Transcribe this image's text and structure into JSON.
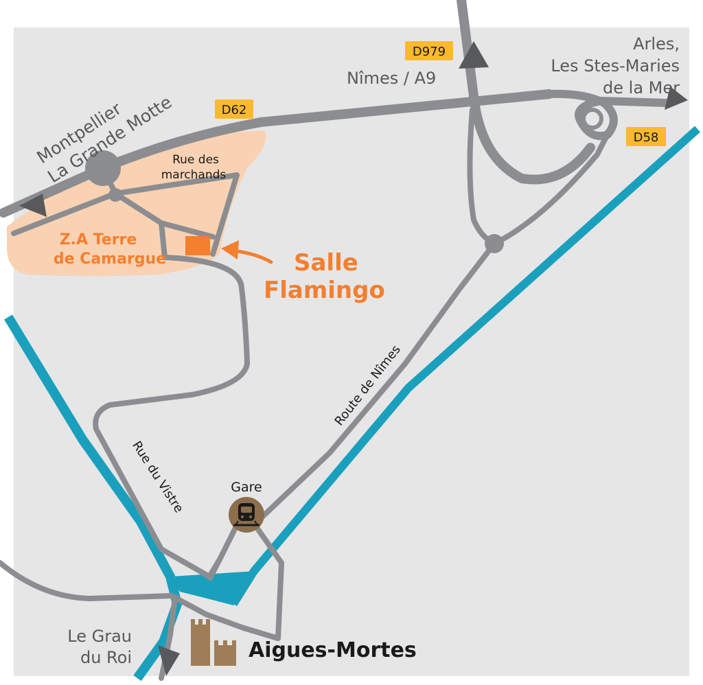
{
  "roads": {
    "d62": "D62",
    "d979": "D979",
    "d58": "D58"
  },
  "directions": {
    "montpellier_line1": "Montpellier",
    "montpellier_line2": "La Grande Motte",
    "nimes_a9": "Nîmes / A9",
    "arles_line1": "Arles,",
    "arles_line2": "Les Stes-Maries",
    "arles_line3": "de la Mer",
    "grau_line1": "Le Grau",
    "grau_line2": "du Roi"
  },
  "streets": {
    "rue_marchands_line1": "Rue des",
    "rue_marchands_line2": "marchands",
    "rue_vistre": "Rue du Vistre",
    "route_nimes": "Route de Nîmes"
  },
  "places": {
    "za_line1": "Z.A Terre",
    "za_line2": "de Camargue",
    "salle_line1": "Salle",
    "salle_line2": "Flamingo",
    "gare": "Gare",
    "town": "Aigues-Mortes"
  },
  "icons": {
    "station": "train-icon",
    "town": "castle-towers-icon",
    "venue": "venue-marker-icon"
  },
  "colors": {
    "background": "#e6e6e7",
    "road": "#8c8d90",
    "water": "#1aa0bd",
    "zone": "#f8d2b3",
    "accent": "#f37f2f",
    "badge": "#fbb92f",
    "station": "#8c6e4d",
    "castle": "#9e7d58"
  }
}
